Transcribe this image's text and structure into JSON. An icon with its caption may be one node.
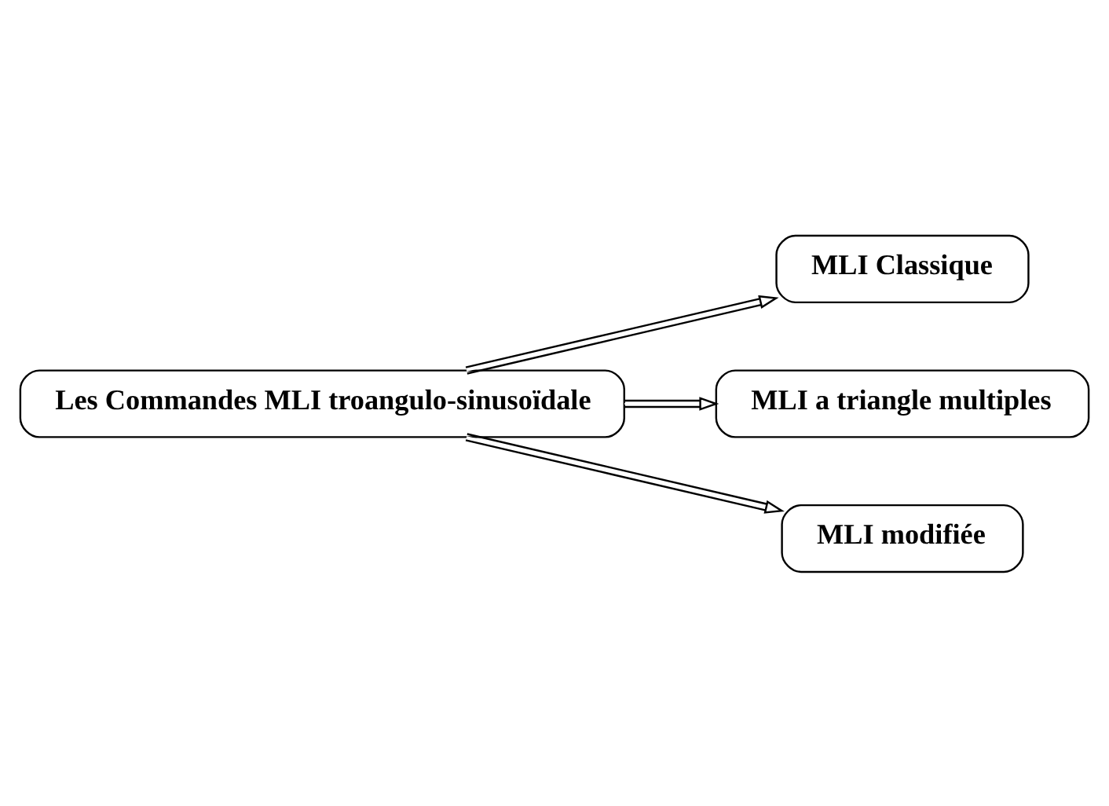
{
  "diagram": {
    "nodes": [
      {
        "text": [
          "Les Commandes MLI troangulo-sinusoïdale"
        ]
      },
      {
        "text": [
          "MLI Classique"
        ]
      },
      {
        "text": [
          "MLI a triangle multiples"
        ]
      },
      {
        "text": [
          "MLI modifiée"
        ]
      }
    ],
    "edges": [
      {
        "from": 0,
        "to": 1,
        "arrow": "to"
      },
      {
        "from": 0,
        "to": 2,
        "arrow": "to"
      },
      {
        "from": 0,
        "to": 3,
        "arrow": "to"
      }
    ]
  }
}
